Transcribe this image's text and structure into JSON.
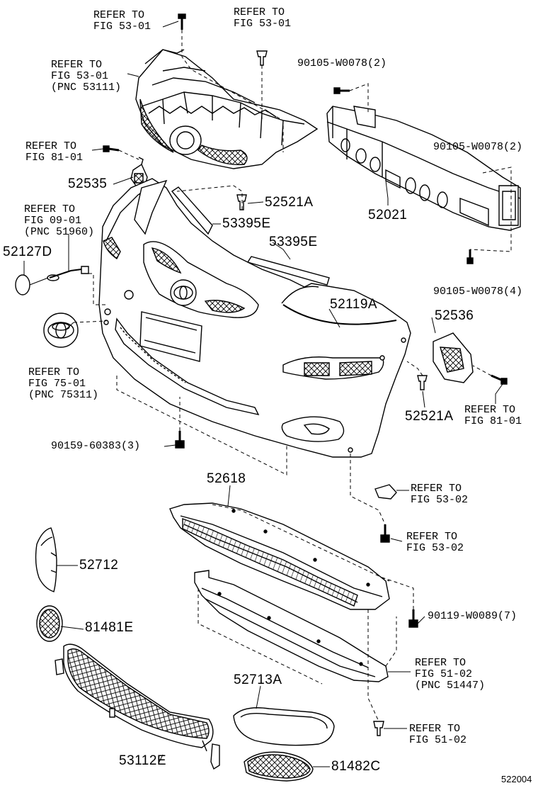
{
  "callouts": {
    "refer_53_01_a": [
      "REFER TO",
      "FIG 53-01"
    ],
    "refer_53_01_b": [
      "REFER TO",
      "FIG 53-01"
    ],
    "refer_53_01_pnc": [
      "REFER TO",
      "FIG 53-01",
      "(PNC 53111)"
    ],
    "refer_81_01_left": [
      "REFER TO",
      "FIG 81-01"
    ],
    "refer_09_01": [
      "REFER TO",
      "FIG 09-01",
      "(PNC 51960)"
    ],
    "refer_75_01": [
      "REFER TO",
      "FIG 75-01",
      "(PNC 75311)"
    ],
    "refer_81_01_right": [
      "REFER TO",
      "FIG 81-01"
    ],
    "refer_53_02_a": [
      "REFER TO",
      "FIG 53-02"
    ],
    "refer_53_02_b": [
      "REFER TO",
      "FIG 53-02"
    ],
    "refer_51_02_pnc": [
      "REFER TO",
      "FIG 51-02",
      "(PNC 51447)"
    ],
    "refer_51_02": [
      "REFER TO",
      "FIG 51-02"
    ]
  },
  "parts": {
    "p90105_2a": "90105-W0078(2)",
    "p90105_2b": "90105-W0078(2)",
    "p90105_4": "90105-W0078(4)",
    "p52535": "52535",
    "p52521a_top": "52521A",
    "p53395e_a": "53395E",
    "p53395e_b": "53395E",
    "p52021": "52021",
    "p52127d": "52127D",
    "p52119a": "52119A",
    "p52536": "52536",
    "p52521a_bottom": "52521A",
    "p90159": "90159-60383(3)",
    "p52618": "52618",
    "p52712": "52712",
    "p90119": "90119-W0089(7)",
    "p81481e": "81481E",
    "p52713a": "52713A",
    "p53112e": "53112E",
    "p81482c": "81482C"
  },
  "figure_code": "522004"
}
